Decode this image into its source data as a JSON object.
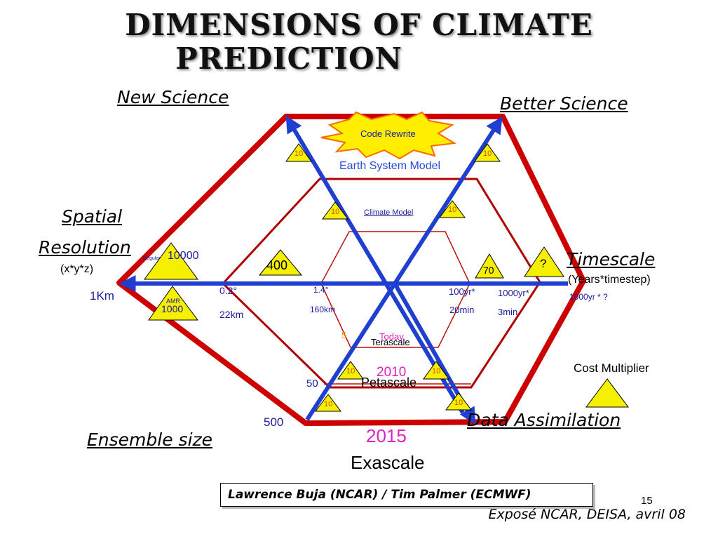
{
  "title": {
    "line1": "DIMENSIONS OF CLIMATE",
    "line2": "PREDICTION"
  },
  "axes": {
    "new_science": "New Science",
    "better_science": "Better Science",
    "spatial": "Spatial",
    "resolution": "Resolution",
    "resolution_unit": "(x*y*z)",
    "timescale": "Timescale",
    "timescale_unit": "(Years*timestep)",
    "ensemble": "Ensemble size",
    "data_assimilation": "Data Assimilation"
  },
  "code_rewrite": "Code Rewrite",
  "rings": {
    "earth_system_model": "Earth System Model",
    "climate_model": "Climate Model",
    "today": "Today",
    "terascale": "Terascale",
    "year_2010": "2010",
    "petascale": "Petascale",
    "year_2015": "2015",
    "exascale": "Exascale"
  },
  "resolution_values": {
    "km1": "1Km",
    "deg02": "0.2°",
    "km22": "22km",
    "deg14": "1.4°",
    "km160": "160km"
  },
  "timescale_values": {
    "v100yr": "100yr*",
    "min20": "20min",
    "v1000yr": "1000yr*",
    "min3": "3min",
    "v1000yr_q": "1000yr * ?"
  },
  "ensemble_values": {
    "v5": "5",
    "v50": "50",
    "v500": "500"
  },
  "triangles": {
    "ten": "10",
    "regular_caption": "Regular",
    "regular_value": "10000",
    "amr_caption": "AMR",
    "amr_value": "1000",
    "v400": "400",
    "v70": "70",
    "question": "?"
  },
  "legend": {
    "cost_multiplier": "Cost Multiplier"
  },
  "credit": "Lawrence Buja (NCAR) / Tim Palmer (ECMWF)",
  "page_number": "15",
  "footer": "Exposé NCAR, DEISA, avril 08",
  "colors": {
    "outer_hex": "#cc0000",
    "arrows": "#1f3fd0",
    "triangle_fill": "#f5f000",
    "burst_fill": "#ffee00"
  }
}
